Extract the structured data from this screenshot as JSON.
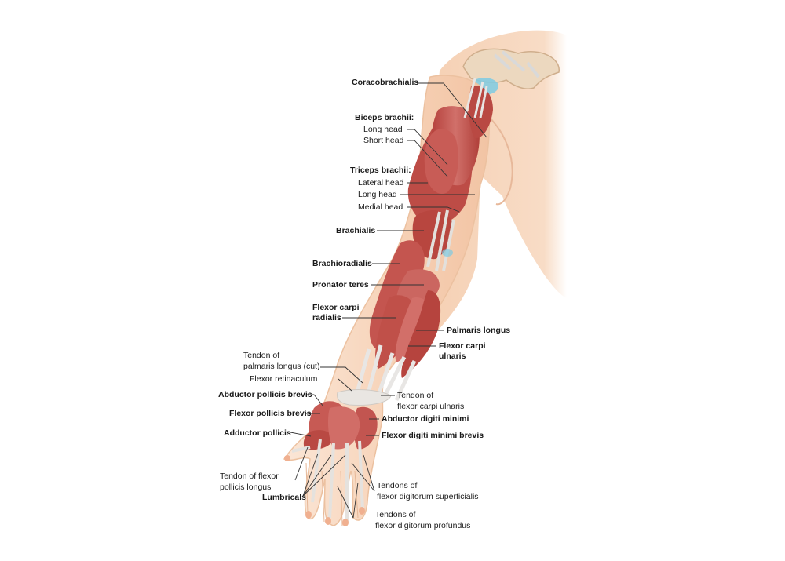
{
  "labels": {
    "coracobrachialis": "Coracobrachialis",
    "biceps_brachii": "Biceps brachii:",
    "biceps_long_head": "Long head",
    "biceps_short_head": "Short head",
    "triceps_brachii": "Triceps brachii:",
    "triceps_lateral_head": "Lateral head",
    "triceps_long_head": "Long head",
    "triceps_medial_head": "Medial head",
    "brachialis": "Brachialis",
    "brachioradialis": "Brachioradialis",
    "pronator_teres": "Pronator teres",
    "flexor_carpi_radialis_1": "Flexor carpi",
    "flexor_carpi_radialis_2": "radialis",
    "palmaris_longus": "Palmaris longus",
    "flexor_carpi_ulnaris_1": "Flexor carpi",
    "flexor_carpi_ulnaris_2": "ulnaris",
    "tendon_palmaris_1": "Tendon of",
    "tendon_palmaris_2": "palmaris longus (cut)",
    "flexor_retinaculum": "Flexor retinaculum",
    "abductor_pollicis_brevis": "Abductor pollicis brevis",
    "tendon_fcu_1": "Tendon of",
    "tendon_fcu_2": "flexor carpi ulnaris",
    "flexor_pollicis_brevis": "Flexor pollicis brevis",
    "abductor_digiti_minimi": "Abductor digiti minimi",
    "adductor_pollicis": "Adductor pollicis",
    "flexor_digiti_minimi_brevis": "Flexor digiti minimi brevis",
    "tendon_fpl_1": "Tendon of flexor",
    "tendon_fpl_2": "pollicis longus",
    "lumbricals": "Lumbricals",
    "tendons_fds_1": "Tendons of",
    "tendons_fds_2": "flexor digitorum superficialis",
    "tendons_fdp_1": "Tendons of",
    "tendons_fdp_2": "flexor digitorum profundus"
  },
  "colors": {
    "skin": "#f5cdb0",
    "skin_light": "#fbe3d0",
    "muscle": "#c4554f",
    "muscle_dark": "#a83c38",
    "tendon": "#e8e6e4",
    "bone": "#ead3b8",
    "cartilage": "#7ecbe3",
    "leader": "#333333"
  }
}
